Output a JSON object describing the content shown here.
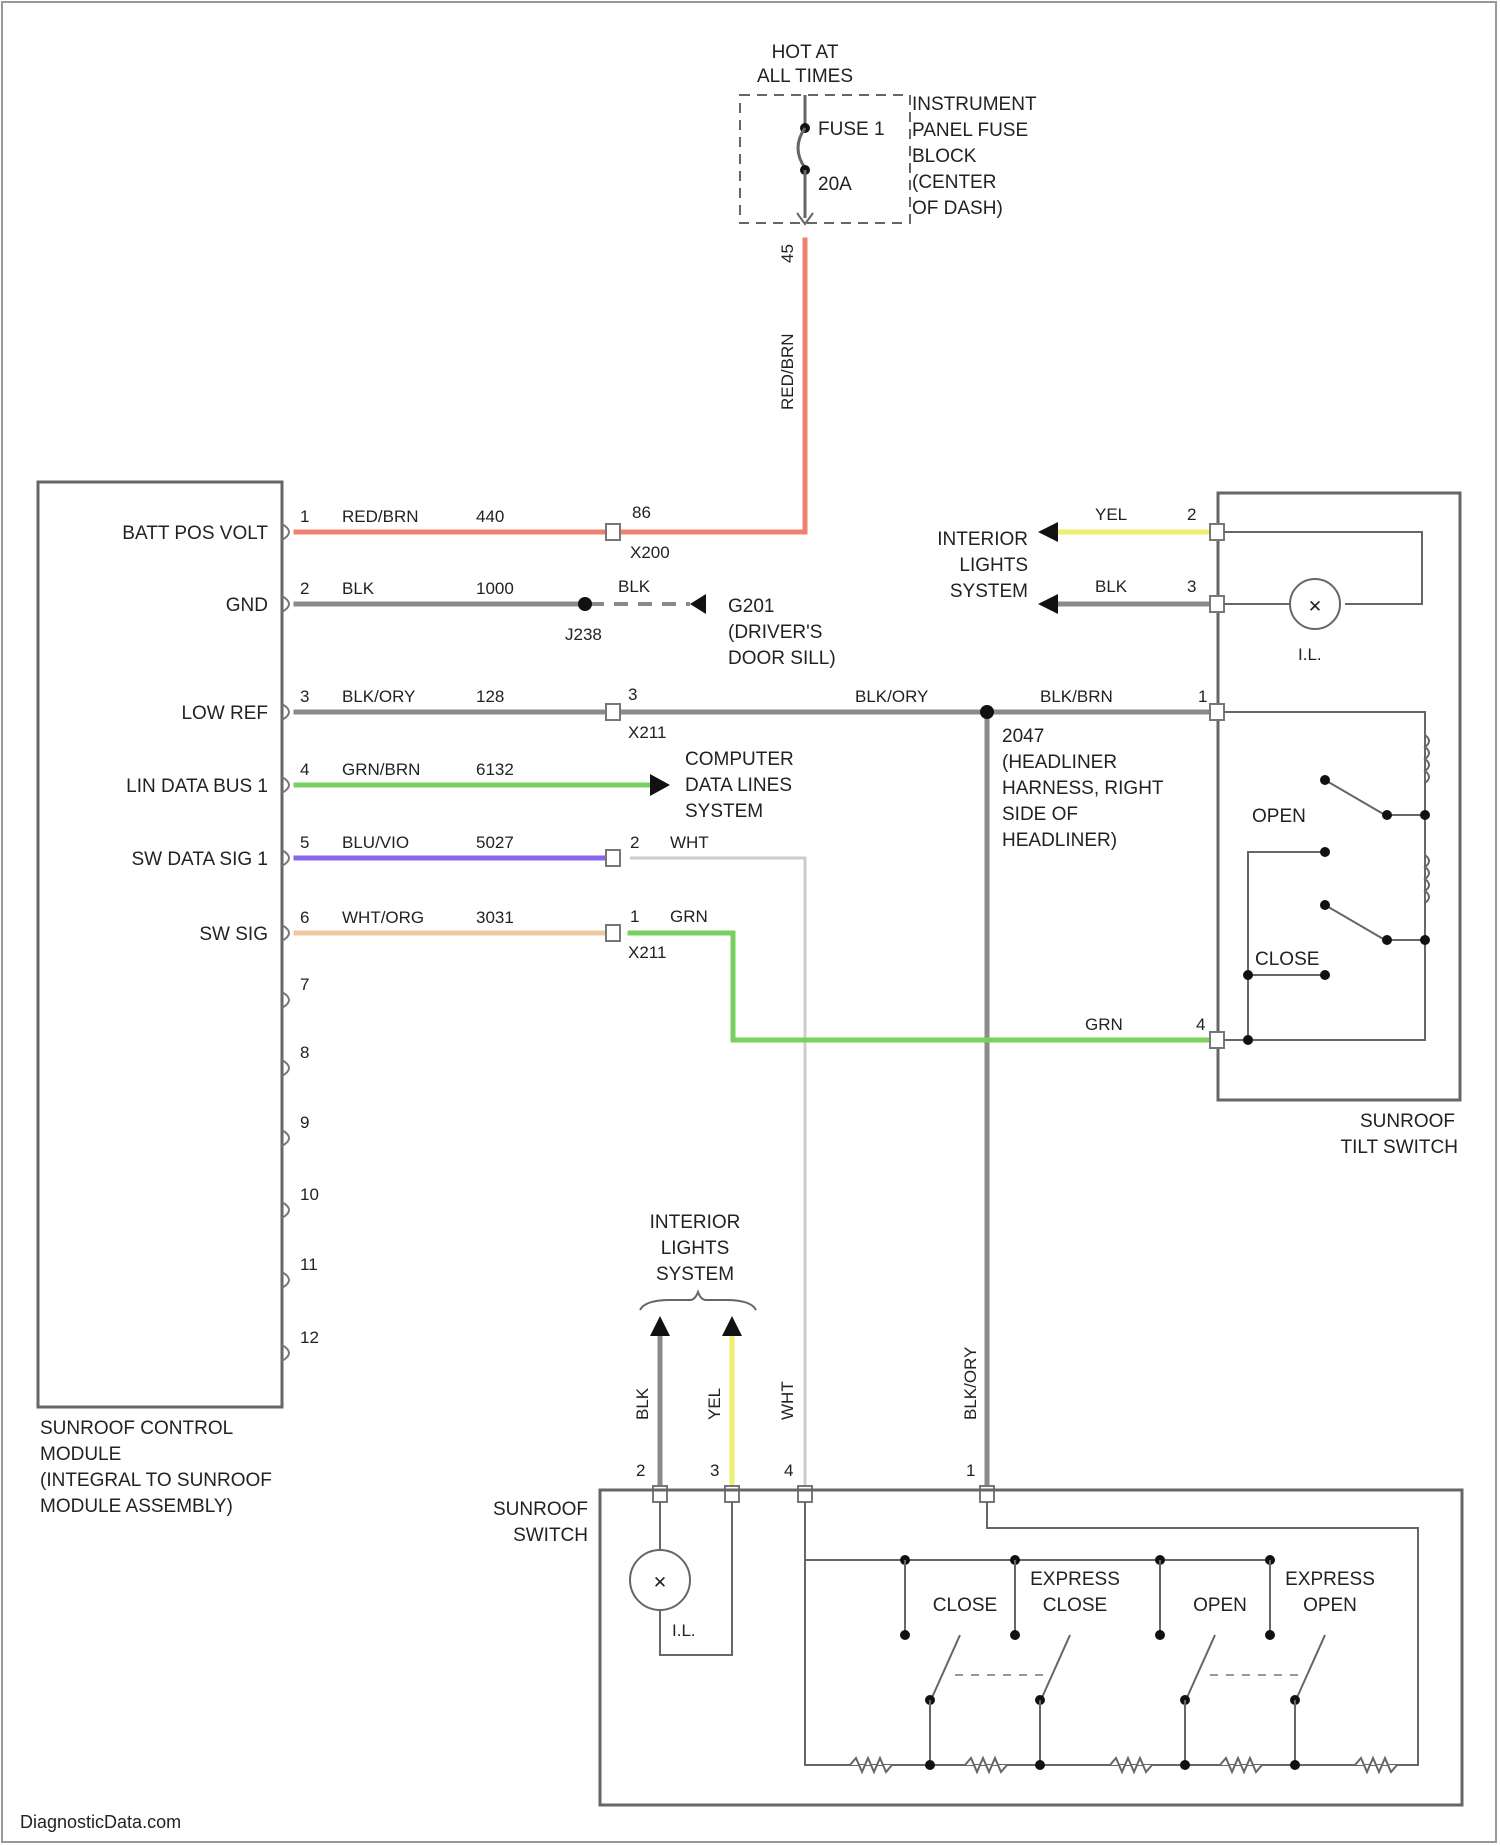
{
  "fuse_block": {
    "hot": [
      "HOT AT",
      "ALL TIMES"
    ],
    "fuse": "FUSE 1",
    "rating": "20A",
    "location": [
      "INSTRUMENT",
      "PANEL FUSE",
      "BLOCK",
      "(CENTER",
      "OF DASH)"
    ],
    "pin": "45",
    "wire_color": "RED/BRN"
  },
  "module": {
    "title": [
      "SUNROOF CONTROL",
      "MODULE",
      "(INTEGRAL TO SUNROOF",
      "MODULE ASSEMBLY)"
    ],
    "pins": [
      {
        "num": "1",
        "label": "BATT POS VOLT",
        "color": "RED/BRN",
        "circuit": "440"
      },
      {
        "num": "2",
        "label": "GND",
        "color": "BLK",
        "circuit": "1000"
      },
      {
        "num": "3",
        "label": "LOW REF",
        "color": "BLK/ORY",
        "circuit": "128"
      },
      {
        "num": "4",
        "label": "LIN DATA BUS 1",
        "color": "GRN/BRN",
        "circuit": "6132"
      },
      {
        "num": "5",
        "label": "SW DATA SIG 1",
        "color": "BLU/VIO",
        "circuit": "5027"
      },
      {
        "num": "6",
        "label": "SW SIG",
        "color": "WHT/ORG",
        "circuit": "3031"
      },
      {
        "num": "7"
      },
      {
        "num": "8"
      },
      {
        "num": "9"
      },
      {
        "num": "10"
      },
      {
        "num": "11"
      },
      {
        "num": "12"
      }
    ]
  },
  "connectors": {
    "x200": {
      "name": "X200",
      "pin": "86"
    },
    "x211_top": {
      "name": "X211",
      "pin": "3"
    },
    "x211_bot": {
      "name": "X211",
      "pins": [
        "2",
        "1"
      ]
    },
    "x211_wire_colors": [
      "WHT",
      "GRN"
    ],
    "j238": "J238",
    "ground_wire": "BLK",
    "ground": [
      "G201",
      "(DRIVER'S",
      "DOOR SILL)"
    ],
    "lowref_wire": "BLK/ORY"
  },
  "computer_data": [
    "COMPUTER",
    "DATA LINES",
    "SYSTEM"
  ],
  "splice": [
    "2047",
    "(HEADLINER",
    "HARNESS, RIGHT",
    "SIDE OF",
    "HEADLINER)"
  ],
  "tilt_switch": {
    "title": [
      "SUNROOF",
      "TILT SWITCH"
    ],
    "interior": [
      "INTERIOR",
      "LIGHTS",
      "SYSTEM"
    ],
    "wires": [
      {
        "color": "YEL",
        "pin": "2"
      },
      {
        "color": "BLK",
        "pin": "3"
      },
      {
        "color": "BLK/BRN",
        "pin": "1"
      },
      {
        "color": "GRN",
        "pin": "4"
      }
    ],
    "lamp_label": "I.L.",
    "open_label": "OPEN",
    "close_label": "CLOSE"
  },
  "sunroof_switch": {
    "title": [
      "SUNROOF",
      "SWITCH"
    ],
    "interior": [
      "INTERIOR",
      "LIGHTS",
      "SYSTEM"
    ],
    "wires": [
      {
        "color": "BLK",
        "pin": "2"
      },
      {
        "color": "YEL",
        "pin": "3"
      },
      {
        "color": "WHT",
        "pin": "4"
      },
      {
        "color": "BLK/ORY",
        "pin": "1"
      }
    ],
    "lamp_label": "I.L.",
    "buttons": [
      [
        "CLOSE"
      ],
      [
        "EXPRESS",
        "CLOSE"
      ],
      [
        "OPEN"
      ],
      [
        "EXPRESS",
        "OPEN"
      ]
    ]
  },
  "watermark": "DiagnosticData.com",
  "colors": {
    "red": "#f08070",
    "green": "#78d060",
    "violet": "#8866ee",
    "peach": "#f0c8a0",
    "yellow": "#eeee70",
    "gray": "#8a8a8a",
    "lightgray": "#cccccc"
  }
}
